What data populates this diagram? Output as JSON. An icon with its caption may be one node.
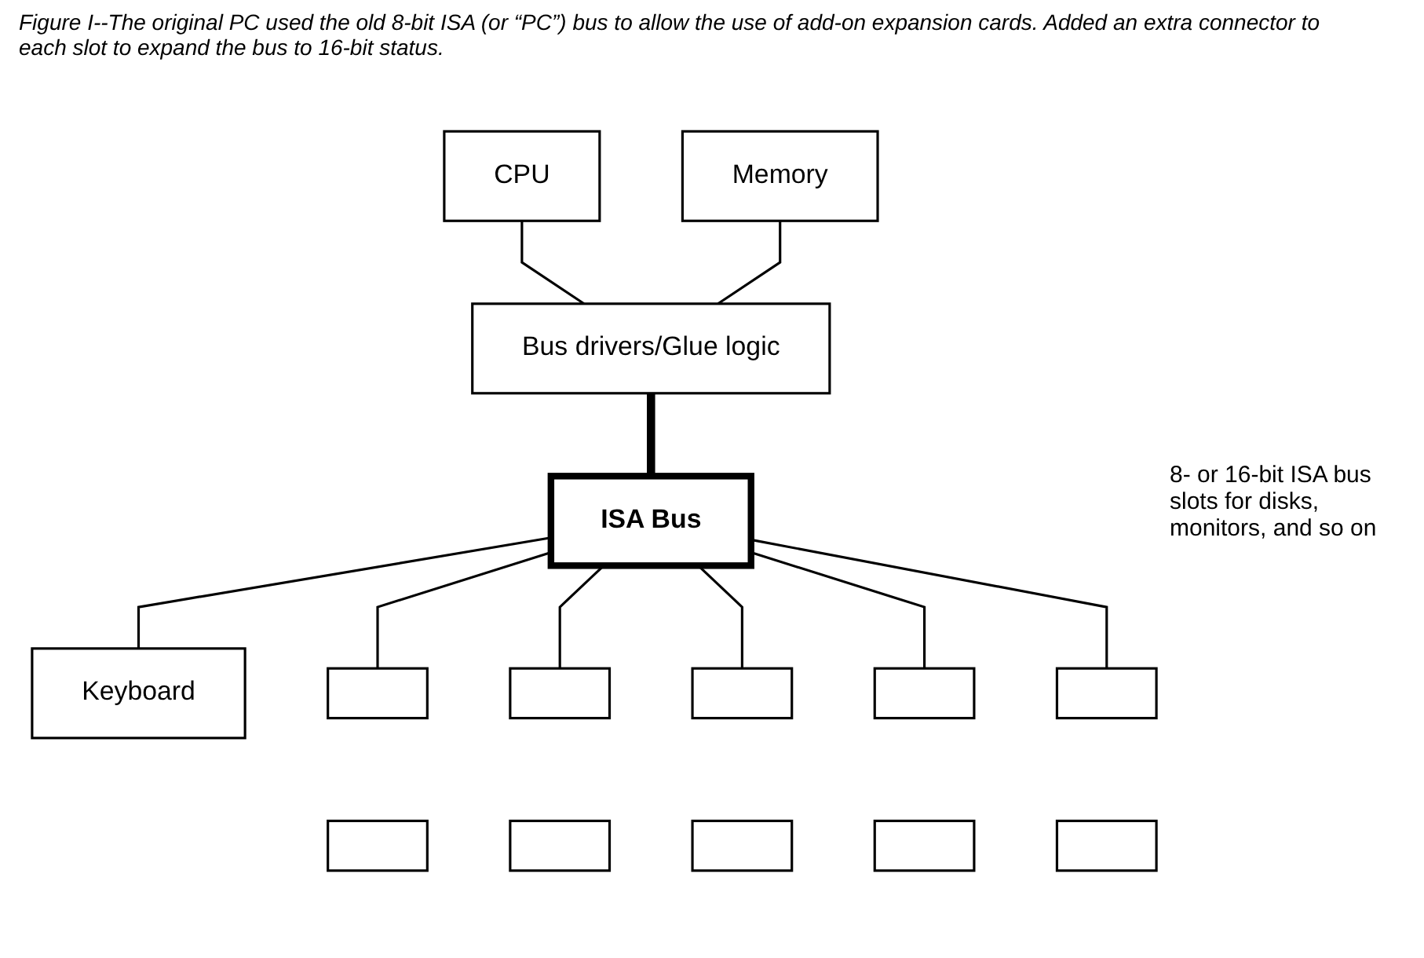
{
  "diagram": {
    "caption": "Figure I--The original PC used the old 8-bit ISA (or “PC”) bus to allow the use of add-on expansion cards. Added an extra connector to each slot to expand the bus to 16-bit status.",
    "nodes": [
      {
        "text": [
          "CPU"
        ]
      },
      {
        "text": [
          "Memory"
        ]
      },
      {
        "text": [
          "Bus drivers/Glue logic"
        ]
      },
      {
        "text": [
          "ISA Bus"
        ]
      },
      {
        "text": [
          "Keyboard"
        ]
      },
      {
        "text": [],
        "shape": "box"
      },
      {
        "text": [],
        "shape": "box"
      },
      {
        "text": [],
        "shape": "box"
      },
      {
        "text": [],
        "shape": "box"
      },
      {
        "text": [],
        "shape": "box"
      },
      {
        "text": [],
        "shape": "box"
      },
      {
        "text": [],
        "shape": "box"
      },
      {
        "text": [],
        "shape": "box"
      },
      {
        "text": [],
        "shape": "box"
      },
      {
        "text": [],
        "shape": "box"
      }
    ],
    "edges": [
      {
        "from": 0,
        "to": 2,
        "arrow": "none"
      },
      {
        "from": 1,
        "to": 2,
        "arrow": "none"
      },
      {
        "from": 2,
        "to": 3,
        "arrow": "none",
        "style": "thick"
      },
      {
        "from": 3,
        "to": 4,
        "arrow": "none"
      },
      {
        "from": 3,
        "to": 5,
        "arrow": "none"
      },
      {
        "from": 3,
        "to": 6,
        "arrow": "none"
      },
      {
        "from": 3,
        "to": 7,
        "arrow": "none"
      },
      {
        "from": 3,
        "to": 8,
        "arrow": "none"
      },
      {
        "from": 3,
        "to": 9,
        "arrow": "none"
      }
    ],
    "labels": [
      "8- or 16-bit ISA bus slots for disks, monitors, and so on"
    ]
  }
}
